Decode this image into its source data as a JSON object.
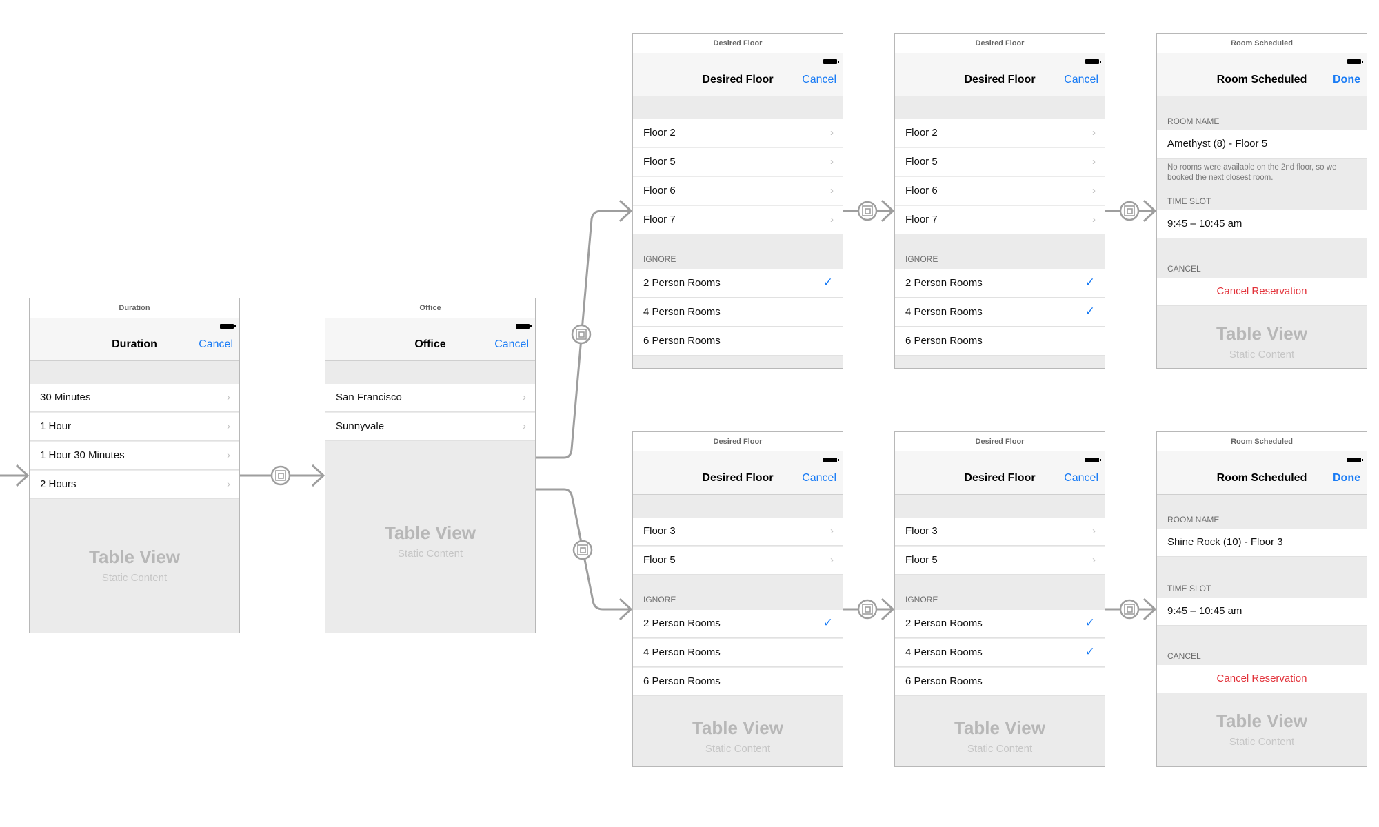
{
  "scenes": [
    {
      "id": "duration",
      "header": "Duration",
      "title": "Duration",
      "action": "Cancel",
      "rows": [
        "30 Minutes",
        "1 Hour",
        "1 Hour 30 Minutes",
        "2 Hours"
      ],
      "placeholder_title": "Table View",
      "placeholder_sub": "Static Content"
    },
    {
      "id": "office",
      "header": "Office",
      "title": "Office",
      "action": "Cancel",
      "rows": [
        "San Francisco",
        "Sunnyvale"
      ],
      "placeholder_title": "Table View",
      "placeholder_sub": "Static Content"
    },
    {
      "id": "floor-top-1",
      "header": "Desired Floor",
      "title": "Desired Floor",
      "action": "Cancel",
      "floors": [
        "Floor 2",
        "Floor 5",
        "Floor 6",
        "Floor 7"
      ],
      "ignore_header": "IGNORE",
      "ignore": [
        {
          "label": "2 Person Rooms",
          "checked": true
        },
        {
          "label": "4 Person Rooms",
          "checked": false
        },
        {
          "label": "6 Person Rooms",
          "checked": false
        }
      ]
    },
    {
      "id": "floor-top-2",
      "header": "Desired Floor",
      "title": "Desired Floor",
      "action": "Cancel",
      "floors": [
        "Floor 2",
        "Floor 5",
        "Floor 6",
        "Floor 7"
      ],
      "ignore_header": "IGNORE",
      "ignore": [
        {
          "label": "2 Person Rooms",
          "checked": true
        },
        {
          "label": "4 Person Rooms",
          "checked": true
        },
        {
          "label": "6 Person Rooms",
          "checked": false
        }
      ]
    },
    {
      "id": "scheduled-top",
      "header": "Room Scheduled",
      "title": "Room Scheduled",
      "action": "Done",
      "room_name_header": "ROOM NAME",
      "room_name": "Amethyst (8) - Floor 5",
      "note": "No rooms were available on the 2nd floor, so we booked the next closest room.",
      "time_slot_header": "TIME SLOT",
      "time_slot": "9:45 – 10:45 am",
      "cancel_header": "CANCEL",
      "cancel_label": "Cancel Reservation",
      "placeholder_title": "Table View",
      "placeholder_sub": "Static Content"
    },
    {
      "id": "floor-bottom-1",
      "header": "Desired Floor",
      "title": "Desired Floor",
      "action": "Cancel",
      "floors": [
        "Floor 3",
        "Floor 5"
      ],
      "ignore_header": "IGNORE",
      "ignore": [
        {
          "label": "2 Person Rooms",
          "checked": true
        },
        {
          "label": "4 Person Rooms",
          "checked": false
        },
        {
          "label": "6 Person Rooms",
          "checked": false
        }
      ],
      "placeholder_title": "Table View",
      "placeholder_sub": "Static Content"
    },
    {
      "id": "floor-bottom-2",
      "header": "Desired Floor",
      "title": "Desired Floor",
      "action": "Cancel",
      "floors": [
        "Floor 3",
        "Floor 5"
      ],
      "ignore_header": "IGNORE",
      "ignore": [
        {
          "label": "2 Person Rooms",
          "checked": true
        },
        {
          "label": "4 Person Rooms",
          "checked": true
        },
        {
          "label": "6 Person Rooms",
          "checked": false
        }
      ],
      "placeholder_title": "Table View",
      "placeholder_sub": "Static Content"
    },
    {
      "id": "scheduled-bottom",
      "header": "Room Scheduled",
      "title": "Room Scheduled",
      "action": "Done",
      "room_name_header": "ROOM NAME",
      "room_name": "Shine Rock (10) - Floor 3",
      "time_slot_header": "TIME SLOT",
      "time_slot": "9:45 – 10:45 am",
      "cancel_header": "CANCEL",
      "cancel_label": "Cancel Reservation",
      "placeholder_title": "Table View",
      "placeholder_sub": "Static Content"
    }
  ],
  "glyphs": {
    "chevron": "›",
    "check": "✓"
  },
  "icons": {
    "segue": "segue-show-icon",
    "battery": "battery-icon"
  },
  "colors": {
    "tint": "#1a7cf5",
    "destructive": "#e2323a",
    "connector": "#9e9e9e"
  }
}
